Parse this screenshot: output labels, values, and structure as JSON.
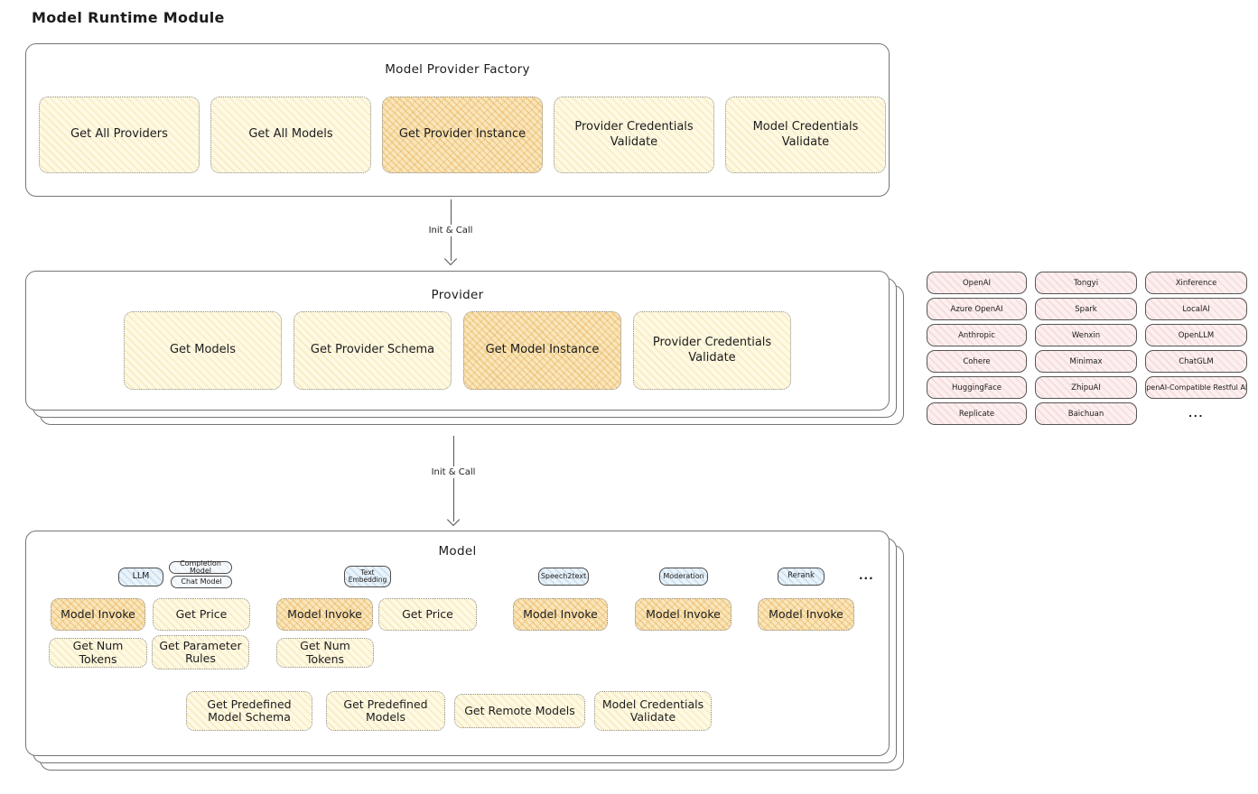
{
  "page_title": "Model Runtime Module",
  "palette": {
    "node_yellow": "#FEF9E3",
    "node_orange_highlight": "#F9E6BC",
    "tab_blue": "#EAF3FA",
    "chip_pink": "#FCEFEF",
    "box_border": "#757575",
    "arrow_line": "#555555"
  },
  "factory": {
    "title": "Model Provider Factory",
    "buttons": [
      {
        "label": "Get All Providers",
        "highlighted": false
      },
      {
        "label": "Get All Models",
        "highlighted": false
      },
      {
        "label": "Get Provider Instance",
        "highlighted": true
      },
      {
        "label": "Provider Credentials Validate",
        "highlighted": false
      },
      {
        "label": "Model Credentials Validate",
        "highlighted": false
      }
    ]
  },
  "arrow1": {
    "label": "Init & Call"
  },
  "arrow2": {
    "label": "Init & Call"
  },
  "provider": {
    "title": "Provider",
    "buttons": [
      {
        "label": "Get Models",
        "highlighted": false
      },
      {
        "label": "Get Provider Schema",
        "highlighted": false
      },
      {
        "label": "Get Model Instance",
        "highlighted": true
      },
      {
        "label": "Provider Credentials Validate",
        "highlighted": false
      }
    ]
  },
  "providers": {
    "items": [
      "OpenAI",
      "Tongyi",
      "Xinference",
      "Azure OpenAI",
      "Spark",
      "LocalAI",
      "Anthropic",
      "Wenxin",
      "OpenLLM",
      "Cohere",
      "Minimax",
      "ChatGLM",
      "HuggingFace",
      "ZhipuAI",
      "OpenAI-Compatible Restful API",
      "Replicate",
      "Baichuan"
    ],
    "more": "..."
  },
  "model": {
    "title": "Model",
    "tabs": [
      {
        "label": "LLM"
      },
      {
        "label": "Completion Model"
      },
      {
        "label": "Chat Model"
      },
      {
        "label": "Text Embedding"
      },
      {
        "label": "Speech2text"
      },
      {
        "label": "Moderation"
      },
      {
        "label": "Rerank"
      }
    ],
    "tabs_more": "...",
    "buttons": [
      {
        "label": "Model Invoke",
        "highlighted": true
      },
      {
        "label": "Get Price",
        "highlighted": false
      },
      {
        "label": "Get Num Tokens",
        "highlighted": false
      },
      {
        "label": "Get Parameter Rules",
        "highlighted": false
      },
      {
        "label": "Model Invoke",
        "highlighted": true
      },
      {
        "label": "Get Price",
        "highlighted": false
      },
      {
        "label": "Get Num Tokens",
        "highlighted": false
      },
      {
        "label": "Model Invoke",
        "highlighted": true
      },
      {
        "label": "Model Invoke",
        "highlighted": true
      },
      {
        "label": "Model Invoke",
        "highlighted": true
      },
      {
        "label": "Get Predefined Model Schema",
        "highlighted": false
      },
      {
        "label": "Get Predefined Models",
        "highlighted": false
      },
      {
        "label": "Get Remote Models",
        "highlighted": false
      },
      {
        "label": "Model Credentials Validate",
        "highlighted": false
      }
    ]
  }
}
